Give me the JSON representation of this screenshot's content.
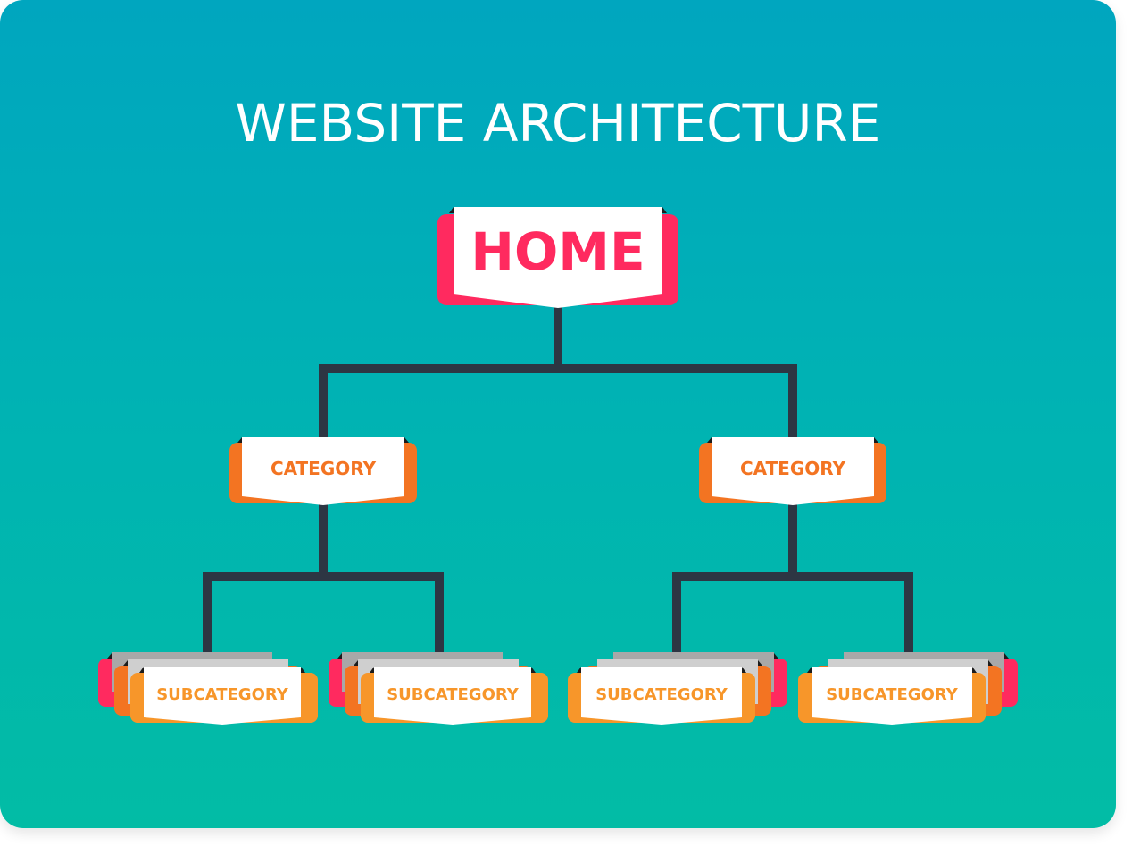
{
  "title": "WEBSITE ARCHITECTURE",
  "nodes": {
    "home": "HOME",
    "category_left": "CATEGORY",
    "category_right": "CATEGORY",
    "sub_1": "SUBCATEGORY",
    "sub_2": "SUBCATEGORY",
    "sub_3": "SUBCATEGORY",
    "sub_4": "SUBCATEGORY"
  },
  "colors": {
    "home": "#ff2a5f",
    "category": "#f37422",
    "subcategory": "#f7962a",
    "connector": "#2d3643",
    "background_top": "#00a6bf",
    "background_bottom": "#02bca5"
  }
}
